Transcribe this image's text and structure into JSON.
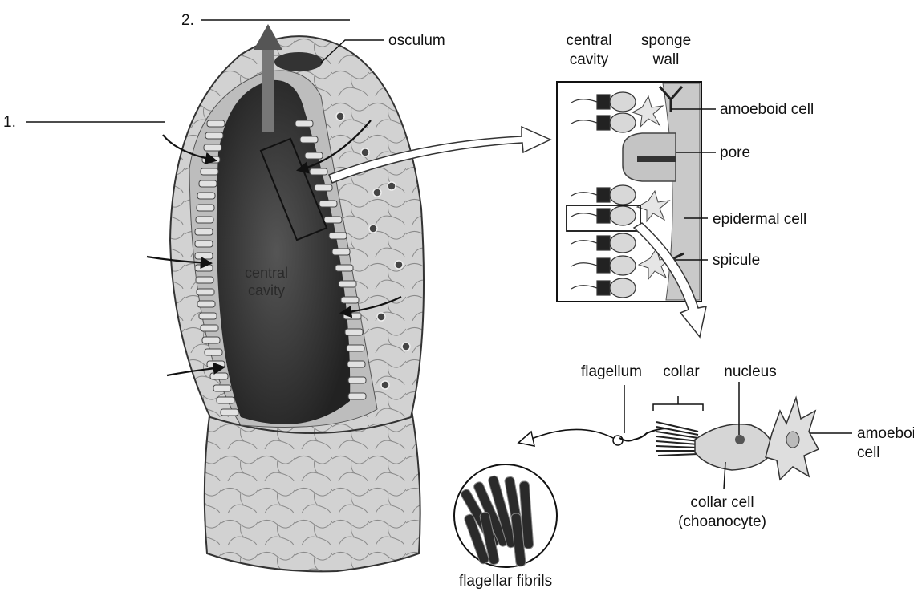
{
  "question_labels": {
    "blank1": "1.",
    "blank2": "2."
  },
  "sponge": {
    "osculum": "osculum",
    "central_cavity_line1": "central",
    "central_cavity_line2": "cavity"
  },
  "section": {
    "header_left_line1": "central",
    "header_left_line2": "cavity",
    "header_right_line1": "sponge",
    "header_right_line2": "wall",
    "amoeboid_cell": "amoeboid cell",
    "pore": "pore",
    "epidermal_cell": "epidermal cell",
    "spicule": "spicule"
  },
  "collar_cell": {
    "flagellum": "flagellum",
    "collar": "collar",
    "nucleus": "nucleus",
    "amoeboid_line1": "amoeboid",
    "amoeboid_line2": "cell",
    "collar_cell_line1": "collar cell",
    "collar_cell_line2": "(choanocyte)"
  },
  "fibrils": {
    "label": "flagellar fibrils"
  },
  "colors": {
    "body": "#cfcfcf",
    "cavity": "#333333",
    "ink": "#111111",
    "cell": "#d9d9d9"
  }
}
